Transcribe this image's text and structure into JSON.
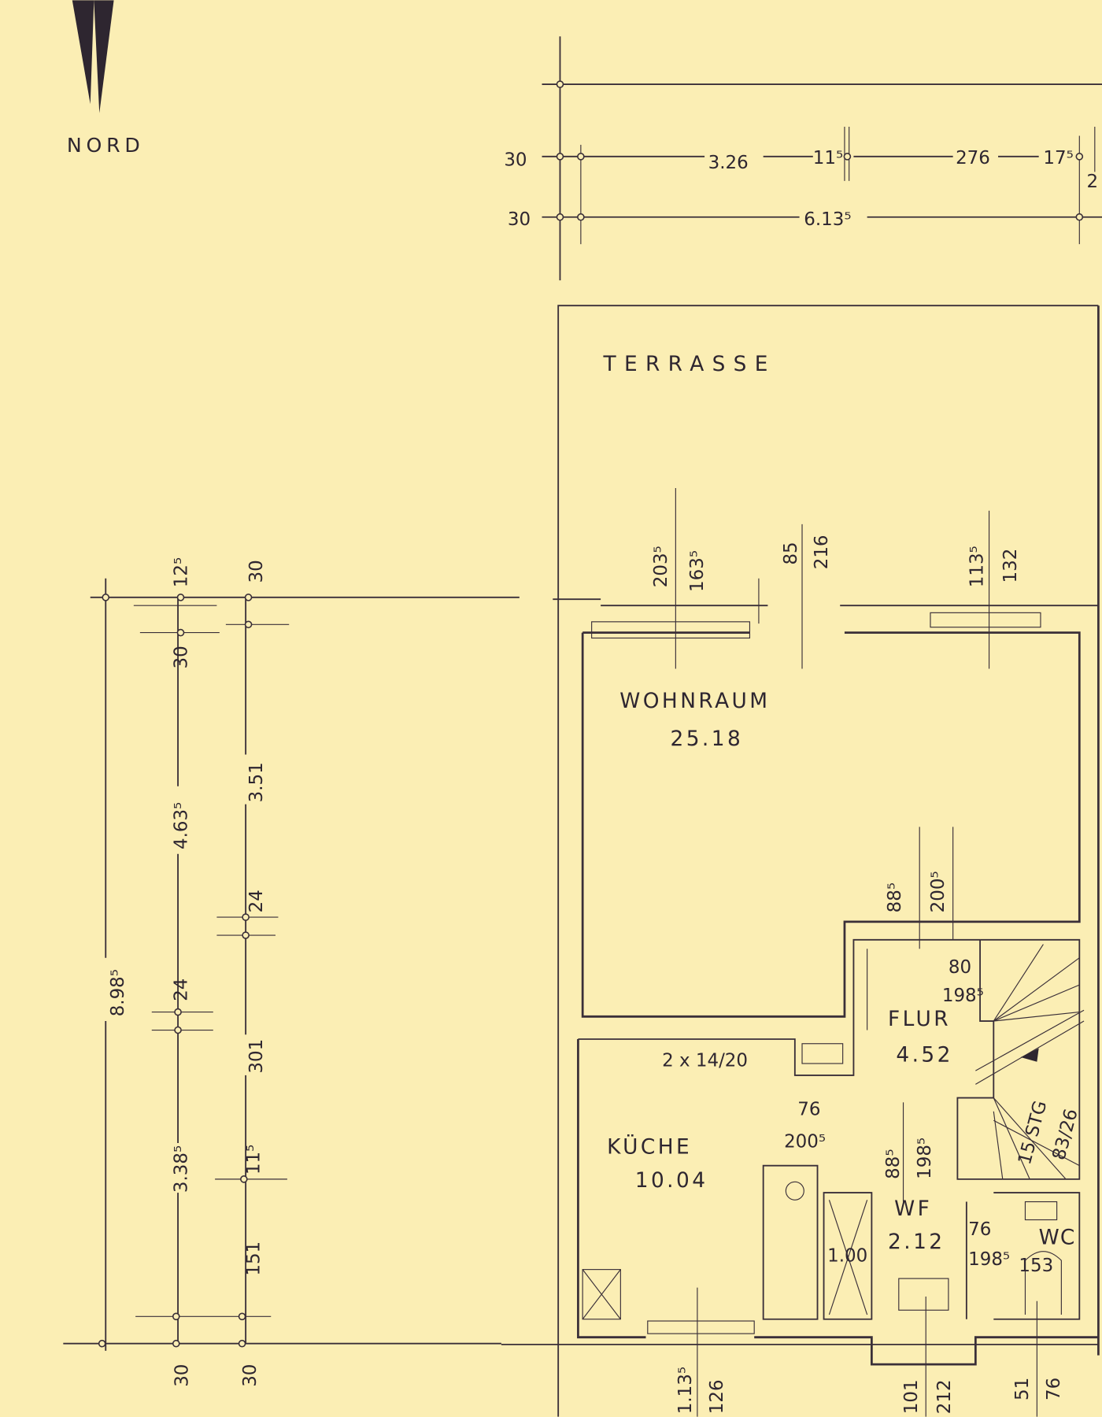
{
  "north": {
    "label": "NORD"
  },
  "rooms": {
    "terrasse": "TERRASSE",
    "wohnraum": {
      "name": "WOHNRAUM",
      "area": "25.18"
    },
    "kueche": {
      "name": "KÜCHE",
      "area": "10.04"
    },
    "flur": {
      "name": "FLUR",
      "area": "4.52"
    },
    "wf": {
      "name": "WF",
      "area": "2.12"
    },
    "wc": {
      "name": "WC"
    }
  },
  "dims_top": [
    "30",
    "30",
    "3.26",
    "11⁵",
    "276",
    "17⁵",
    "2",
    "6.13⁵"
  ],
  "dims_windows": [
    "203⁵",
    "163⁵",
    "85",
    "216",
    "113⁵",
    "132"
  ],
  "dims_inner": [
    "88⁵",
    "200⁵",
    "80",
    "198⁵",
    "2 x 14/20",
    "76",
    "200⁵",
    "88⁵",
    "198⁵",
    "15 STG",
    "83/26",
    "1.00",
    "76",
    "198⁵",
    "153"
  ],
  "dims_bottom": [
    "1.13⁵",
    "126",
    "101",
    "212",
    "51",
    "76"
  ],
  "dims_left": [
    "8.98⁵",
    "12⁵",
    "30",
    "4.63⁵",
    "24",
    "3.38⁵",
    "30",
    "30",
    "3.51",
    "24",
    "301",
    "11⁵",
    "151",
    "30"
  ]
}
